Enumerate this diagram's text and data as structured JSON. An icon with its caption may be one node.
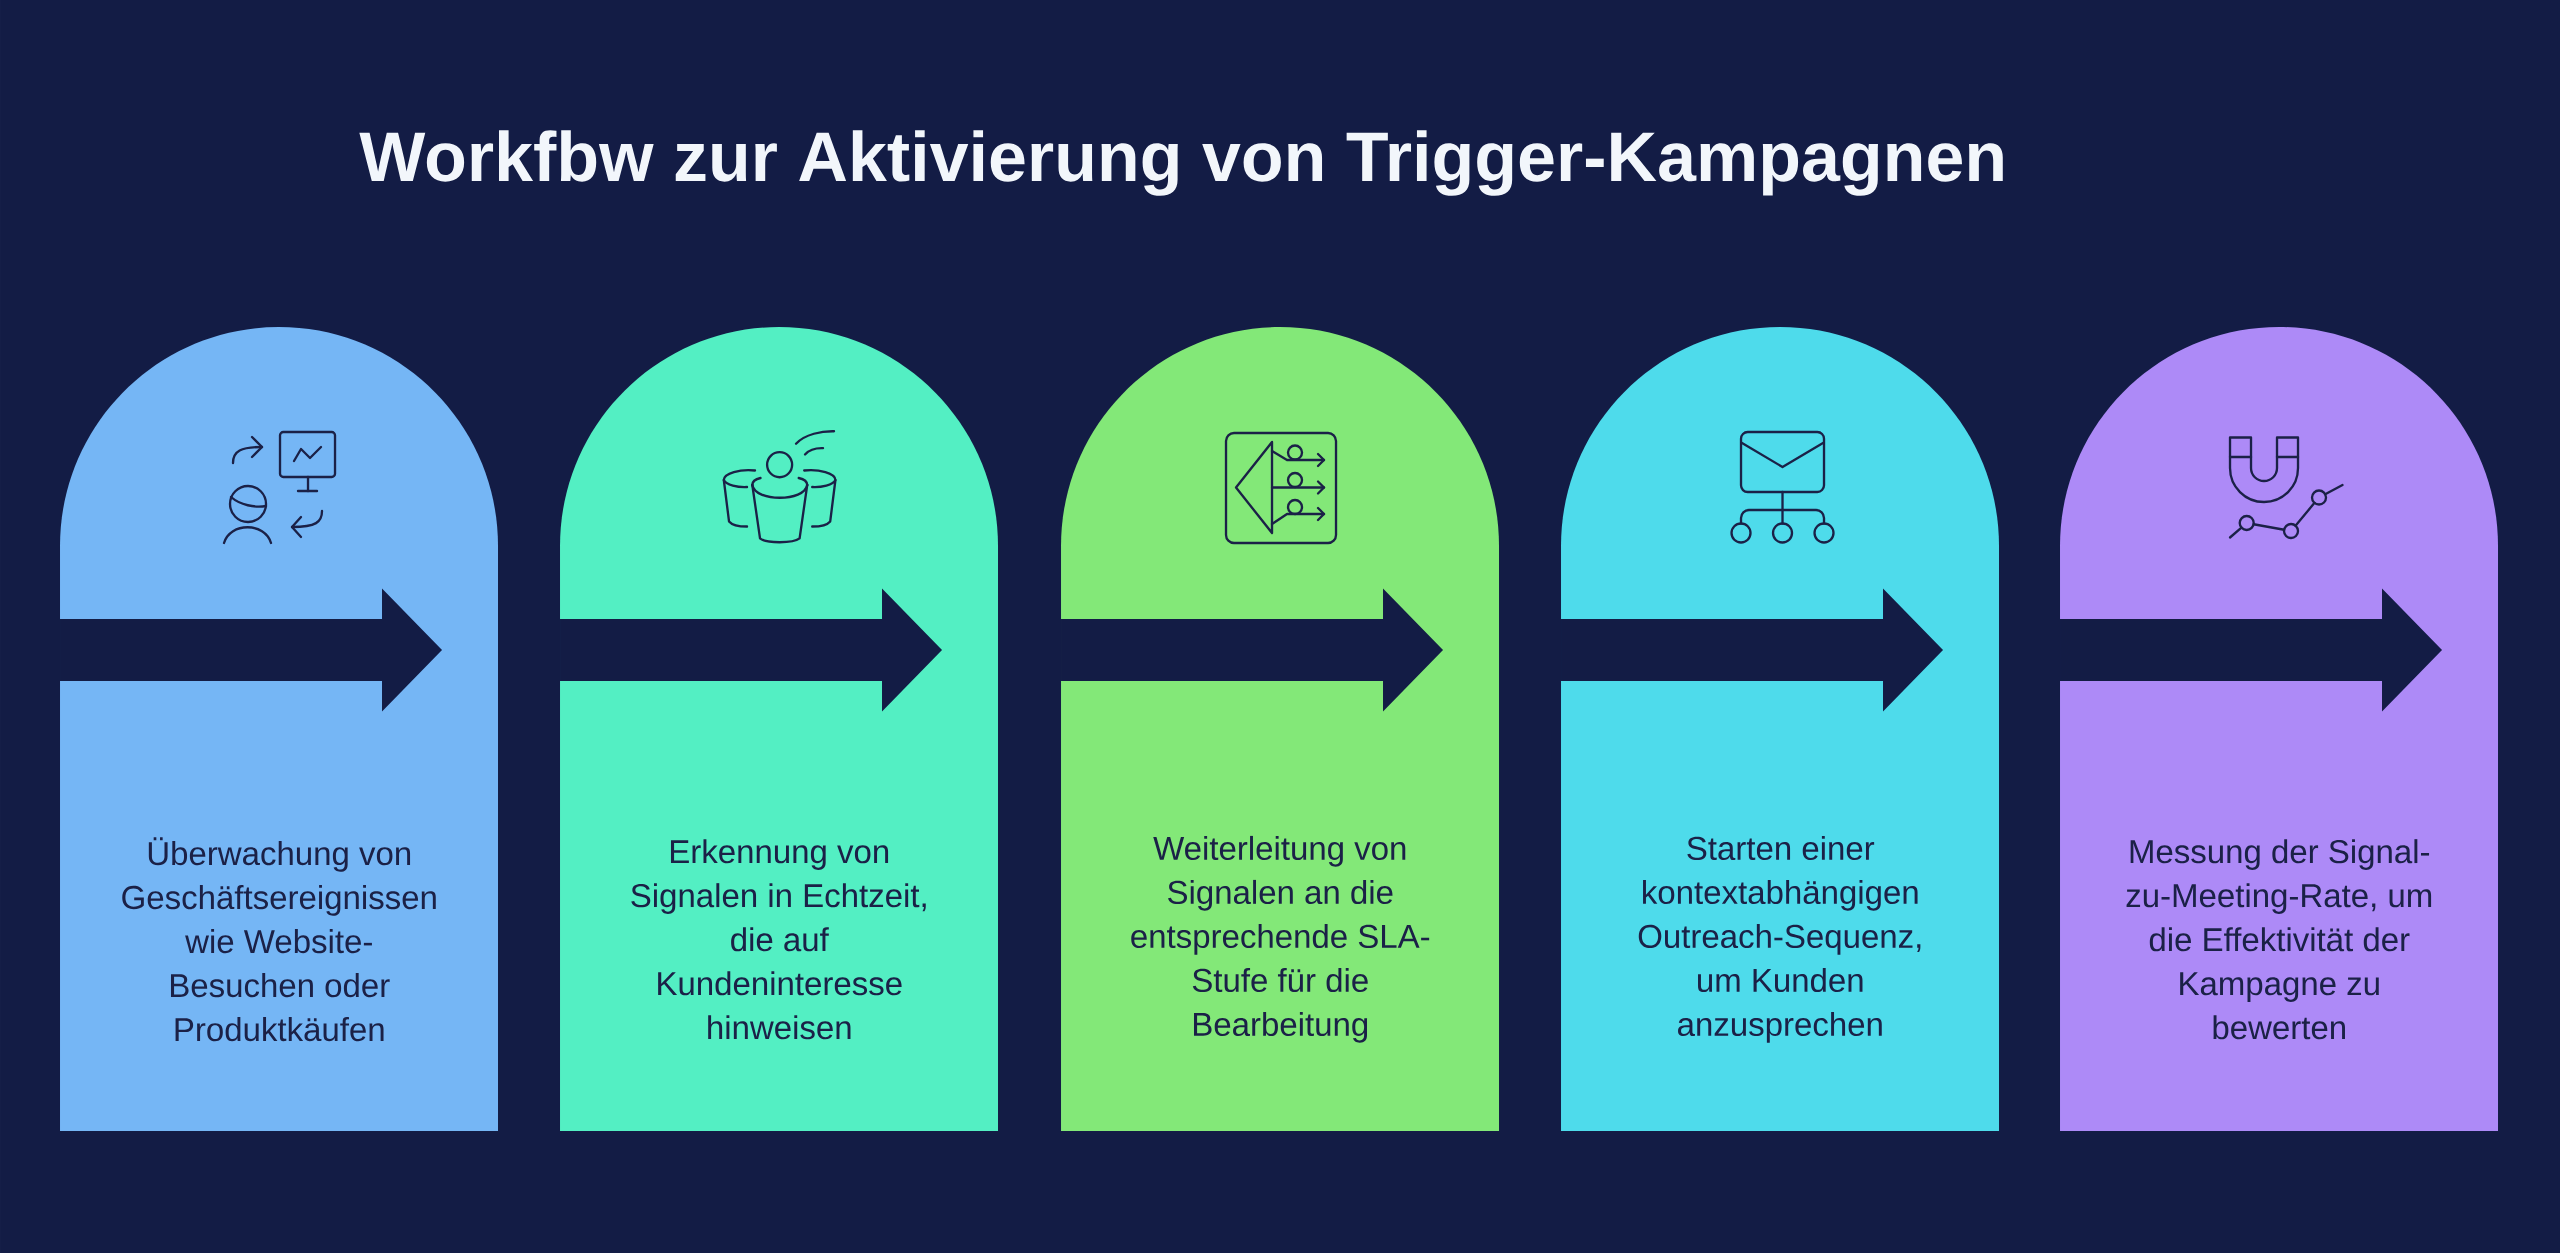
{
  "diagram": {
    "title": "Workfbw zur Aktivierung von Trigger-Kampagnen",
    "nodes": [
      {
        "text": [
          "Überwachung von Geschäftsereignissen wie Website-Besuchen oder Produktkäufen"
        ]
      },
      {
        "text": [
          "Erkennung von Signalen in Echtzeit, die auf Kundeninteresse hinweisen"
        ]
      },
      {
        "text": [
          "Weiterleitung von Signalen an die entsprechende SLA-Stufe für die Bearbeitung"
        ]
      },
      {
        "text": [
          "Starten einer kontextabhängigen Outreach-Sequenz, um Kunden anzusprechen"
        ]
      },
      {
        "text": [
          "Messung der Signal-zu-Meeting-Rate, um die Effektivität der Kampagne zu bewerten"
        ]
      }
    ]
  }
}
